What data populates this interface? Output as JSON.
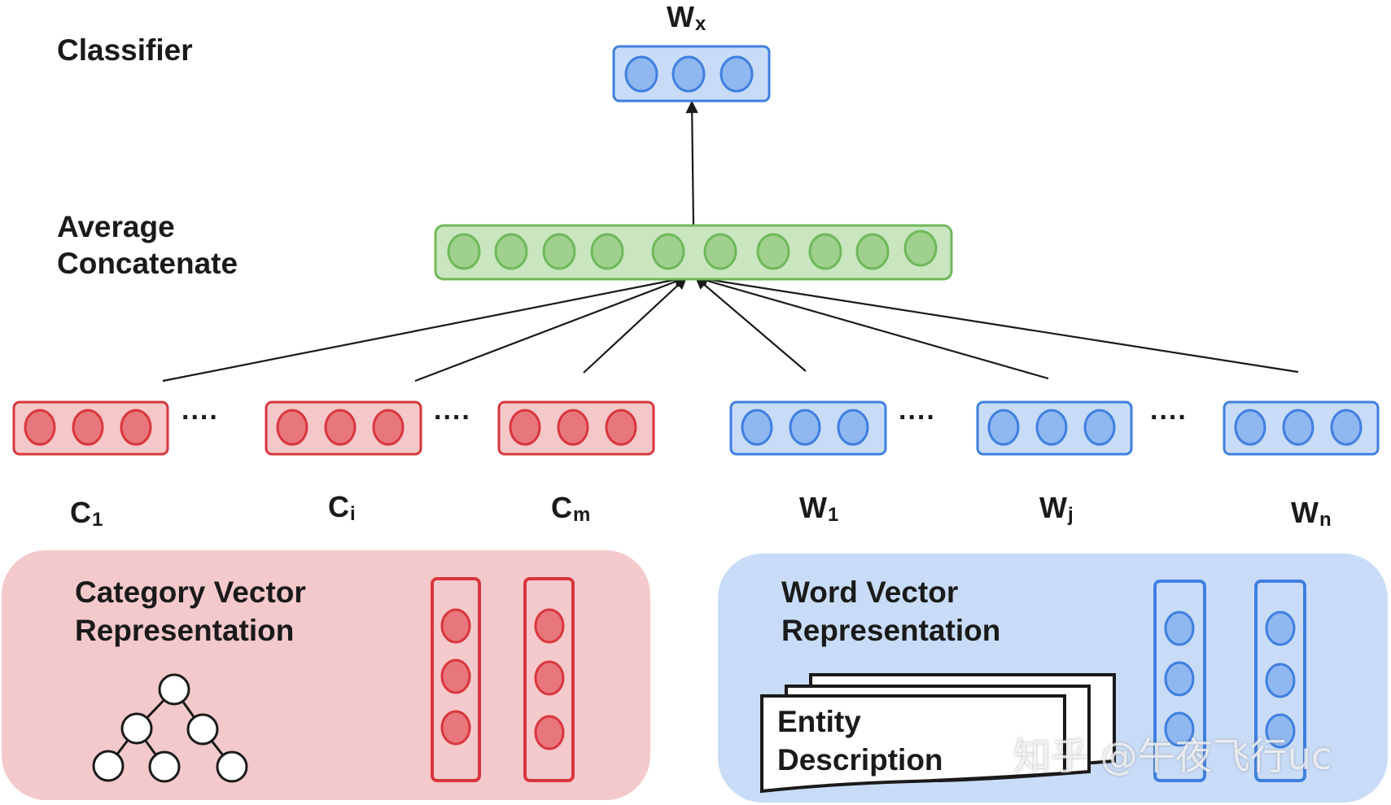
{
  "layers": {
    "classifier": "Classifier",
    "average_line1": "Average",
    "average_line2": "Concatenate"
  },
  "output": {
    "main": "W",
    "sub": "x"
  },
  "category_inputs": [
    {
      "main": "C",
      "sub": "1"
    },
    {
      "main": "C",
      "sub": "i"
    },
    {
      "main": "C",
      "sub": "m"
    }
  ],
  "word_inputs": [
    {
      "main": "W",
      "sub": "1"
    },
    {
      "main": "W",
      "sub": "j"
    },
    {
      "main": "W",
      "sub": "n"
    }
  ],
  "ellipsis": "....",
  "category_panel": {
    "line1": "Category Vector",
    "line2": "Representation"
  },
  "word_panel": {
    "line1": "Word Vector",
    "line2": "Representation"
  },
  "document": {
    "line1": "Entity",
    "line2": "Description"
  },
  "watermark": "知乎 @午夜飞行uc",
  "colors": {
    "red_fill": "#f4c7c9",
    "red_stroke": "#d9363e",
    "red_node": "#e8777c",
    "blue_fill": "#c8dcf8",
    "blue_stroke": "#3f7fe0",
    "blue_node": "#8fb7f0",
    "green_fill": "#c9e6c0",
    "green_stroke": "#6fb85a",
    "green_node": "#9fd08d",
    "category_panel_bg": "#f4c9cb",
    "word_panel_bg": "#c9dcf7"
  }
}
